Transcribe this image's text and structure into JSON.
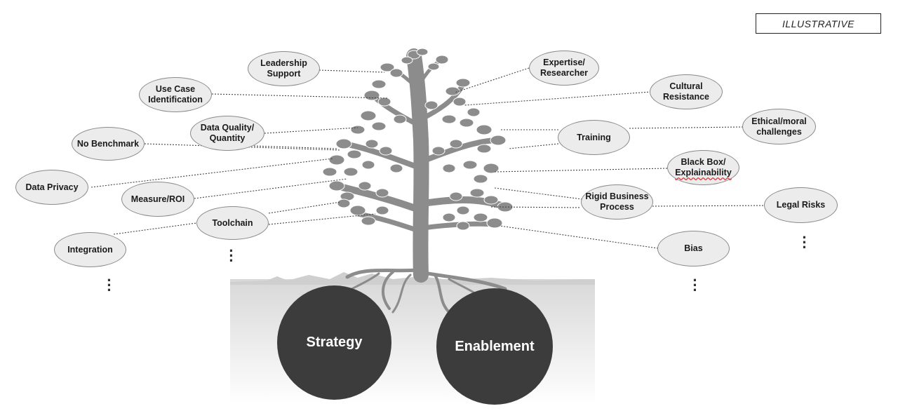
{
  "tag": "ILLUSTRATIVE",
  "labels": {
    "leadership": "Leadership\nSupport",
    "usecase": "Use Case\nIdentification",
    "nobench": "No Benchmark",
    "dataquality": "Data Quality/\nQuantity",
    "dataprivacy": "Data Privacy",
    "measure": "Measure/ROI",
    "toolchain": "Toolchain",
    "integration": "Integration",
    "expertise": "Expertise/\nResearcher",
    "cultural": "Cultural\nResistance",
    "ethical": "Ethical/moral\nchallenges",
    "training": "Training",
    "blackbox_line1": "Black Box/",
    "blackbox_line2": "Explainability",
    "rigid": "Rigid Business\nProcess",
    "legal": "Legal Risks",
    "bias": "Bias"
  },
  "roots": {
    "strategy": "Strategy",
    "enablement": "Enablement"
  },
  "colors": {
    "tree": "#8c8c8c",
    "root_circle": "#3c3c3c",
    "label_fill": "#ececec",
    "ground": "#e2e2e2"
  }
}
